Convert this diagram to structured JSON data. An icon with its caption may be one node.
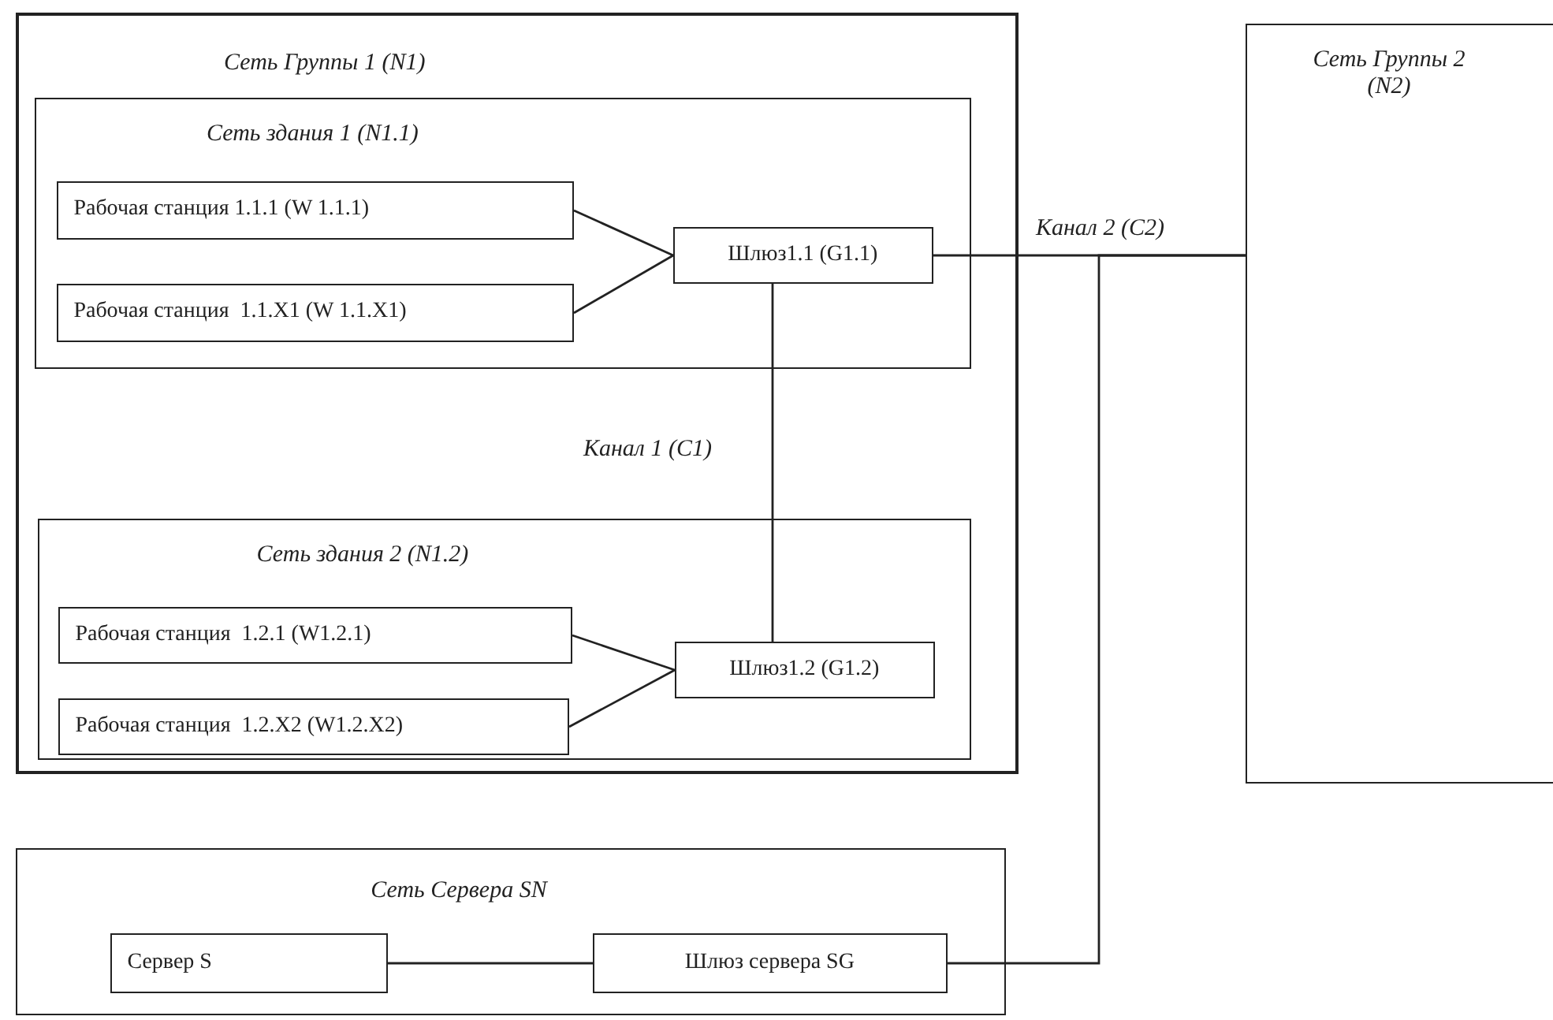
{
  "diagram": {
    "nodes": [
      {
        "text": [
          "Сеть Группы 1 (N1)"
        ]
      },
      {
        "text": [
          "Сеть здания 1 (N1.1)"
        ],
        "in": 0
      },
      {
        "text": [
          "Рабочая станция 1.1.1 (W 1.1.1)"
        ],
        "in": 1
      },
      {
        "text": [
          "Рабочая станция  1.1.X1 (W 1.1.X1)"
        ],
        "in": 1
      },
      {
        "text": [
          "Шлюз1.1 (G1.1)"
        ],
        "in": 1
      },
      {
        "text": [
          "Сеть здания 2 (N1.2)"
        ],
        "in": 0
      },
      {
        "text": [
          "Рабочая станция  1.2.1 (W1.2.1)"
        ],
        "in": 5
      },
      {
        "text": [
          "Рабочая станция  1.2.X2 (W1.2.X2)"
        ],
        "in": 5
      },
      {
        "text": [
          "Шлюз1.2 (G1.2)"
        ],
        "in": 5
      },
      {
        "text": [
          "Сеть Группы 2 (N2)"
        ]
      },
      {
        "text": [
          "Сеть Сервера SN"
        ]
      },
      {
        "text": [
          "Сервер S"
        ],
        "in": 10
      },
      {
        "text": [
          "Шлюз сервера SG"
        ],
        "in": 10
      }
    ],
    "edges": [
      {
        "from": 2,
        "to": 4,
        "arrow": "none"
      },
      {
        "from": 3,
        "to": 4,
        "arrow": "none"
      },
      {
        "from": 4,
        "to": 8,
        "arrow": "none",
        "label": "Канал 1 (C1)"
      },
      {
        "from": 6,
        "to": 8,
        "arrow": "none"
      },
      {
        "from": 7,
        "to": 8,
        "arrow": "none"
      },
      {
        "from": 4,
        "to": 9,
        "arrow": "none",
        "label": "Канал 2 (C2)"
      },
      {
        "from": 12,
        "to": 9,
        "arrow": "none"
      },
      {
        "from": 11,
        "to": 12,
        "arrow": "none"
      }
    ]
  }
}
